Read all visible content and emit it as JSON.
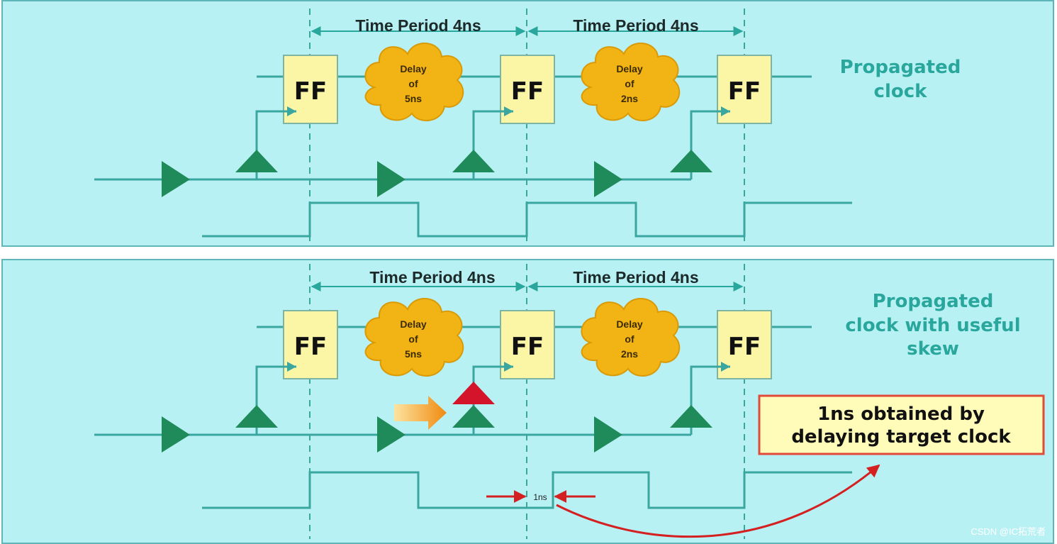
{
  "top": {
    "period_labels": [
      "Time Period 4ns",
      "Time Period 4ns"
    ],
    "ff_labels": [
      "FF",
      "FF",
      "FF"
    ],
    "delays": [
      {
        "line1": "Delay",
        "line2": "of",
        "line3": "5ns"
      },
      {
        "line1": "Delay",
        "line2": "of",
        "line3": "2ns"
      }
    ],
    "side_label": {
      "line1": "Propagated",
      "line2": "clock"
    }
  },
  "bottom": {
    "period_labels": [
      "Time Period 4ns",
      "Time Period 4ns"
    ],
    "ff_labels": [
      "FF",
      "FF",
      "FF"
    ],
    "delays": [
      {
        "line1": "Delay",
        "line2": "of",
        "line3": "5ns"
      },
      {
        "line1": "Delay",
        "line2": "of",
        "line3": "2ns"
      }
    ],
    "side_label": {
      "line1": "Propagated",
      "line2": "clock with useful",
      "line3": "skew"
    },
    "callout": {
      "line1": "1ns obtained by",
      "line2": "delaying target clock"
    },
    "skew_label": "1ns"
  },
  "watermark": "CSDN @IC拓荒者",
  "colors": {
    "background": "#b8f1f4",
    "wire": "#3aa6a0",
    "buffer": "#1f8a5a",
    "ff_fill": "#fbf5a6",
    "cloud": "#f2b315",
    "callout_fill": "#fffbb8",
    "callout_border": "#e04a3a",
    "red_arrow": "#d42020",
    "orange_arrow": "#f4a21d",
    "text_teal": "#2aa79c"
  }
}
